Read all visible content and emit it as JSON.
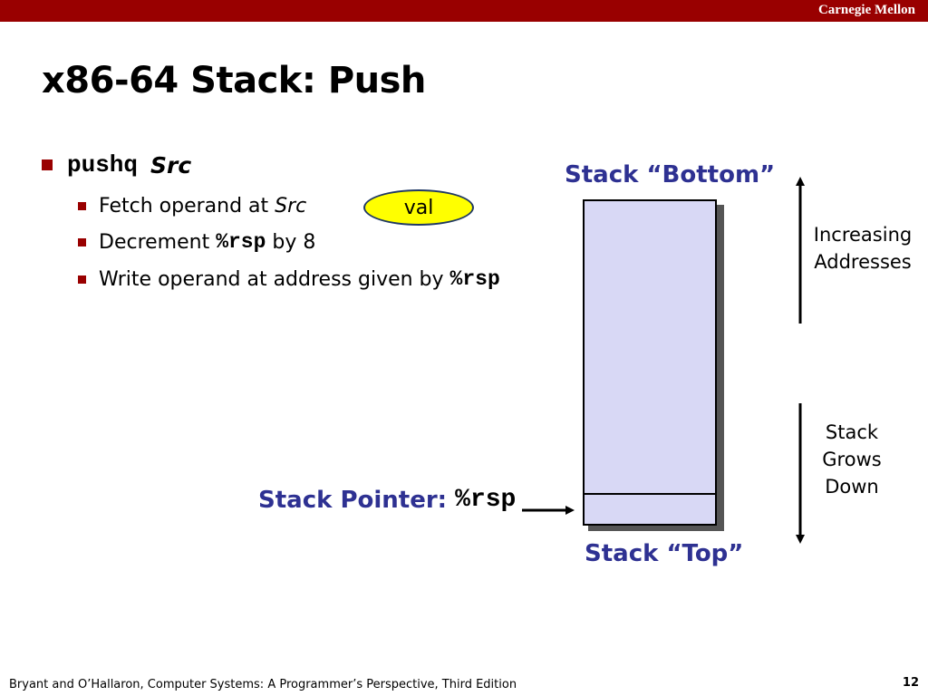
{
  "header": {
    "brand": "Carnegie Mellon"
  },
  "slide": {
    "title": "x86-64 Stack: Push"
  },
  "instruction": {
    "mnemonic": "pushq",
    "operand": "Src",
    "steps": [
      {
        "text": "Fetch operand at ",
        "operand": "Src"
      },
      {
        "text_before": "Decrement ",
        "reg": "%rsp",
        "text_after": " by 8"
      },
      {
        "text": "Write operand at address given by ",
        "reg": "%rsp"
      }
    ]
  },
  "value_bubble": "val",
  "diagram": {
    "stack_bottom_label": "Stack “Bottom”",
    "stack_top_label": "Stack “Top”",
    "stack_pointer_label": "Stack Pointer: ",
    "stack_pointer_reg": "%rsp",
    "increasing_addresses": [
      "Increasing",
      "Addresses"
    ],
    "stack_grows_down": [
      "Stack",
      "Grows",
      "Down"
    ]
  },
  "footer": {
    "citation": "Bryant and O’Hallaron, Computer Systems: A Programmer’s Perspective, Third Edition",
    "page_number": "12"
  },
  "colors": {
    "brand_bar": "#990000",
    "label_blue": "#2e3192",
    "stack_fill": "#d8d8f5",
    "bubble": "#ffff00"
  }
}
